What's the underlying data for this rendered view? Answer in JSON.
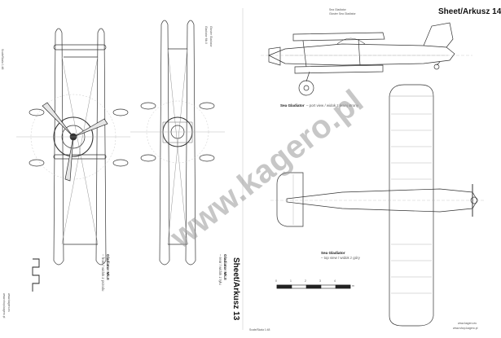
{
  "left_sheet": {
    "sheet_title": "Sheet/Arkusz 13",
    "side_credit": "Scale/Skala 1:48",
    "small_logo_text": "Gladiator Mk.II",
    "small_sub": "Gloster Gladiator",
    "caption_front_bold": "Gladiator Mk.II",
    "caption_front": "– front / widok z przodu",
    "caption_rear_bold": "Gladiator Mk.II",
    "caption_rear": "– rear / widok z tyłu",
    "url_1": "www.kagero.eu",
    "url_2": "www.shop.kagero.pl"
  },
  "right_sheet": {
    "sheet_title": "Sheet/Arkusz 14",
    "logo_text": "Sea Gladiator",
    "logo_sub": "Gloster Sea Gladiator",
    "caption_side_bold": "Sea Gladiator",
    "caption_side": "– port view / widok z lewej strony",
    "caption_top_bold": "Sea Gladiator",
    "caption_top": "– top view / widok z góry",
    "scale_labels": [
      "0",
      "1",
      "2",
      "3",
      "4"
    ],
    "scale_unit": "m",
    "bottom_left": "Scale/Skala 1:48",
    "url_1": "www.kagero.eu",
    "url_2": "www.shop.kagero.pl"
  },
  "watermark": "www.kagero.pl"
}
